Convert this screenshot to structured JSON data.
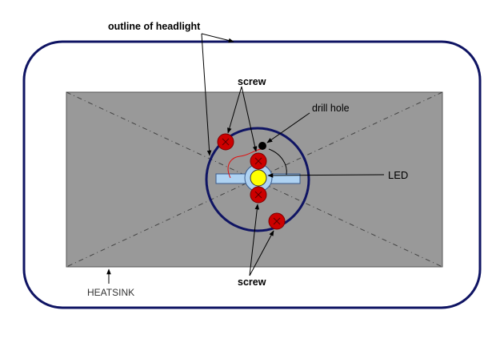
{
  "labels": {
    "outline_of_headlight": "outline of headlight",
    "screw_top": "screw",
    "drill_hole": "drill hole",
    "led": "LED",
    "screw_bottom": "screw",
    "heatsink": "HEATSINK"
  },
  "colors": {
    "outline": "#0f1463",
    "heatsink_fill": "#999999",
    "screw_fill": "#cc0000",
    "screw_stroke": "#7a0000",
    "led_fill": "#ffff00",
    "led_ring": "#aed2f2",
    "led_bar": "#aed2f2",
    "wire": "#e01010",
    "drill_hole": "#000000"
  }
}
